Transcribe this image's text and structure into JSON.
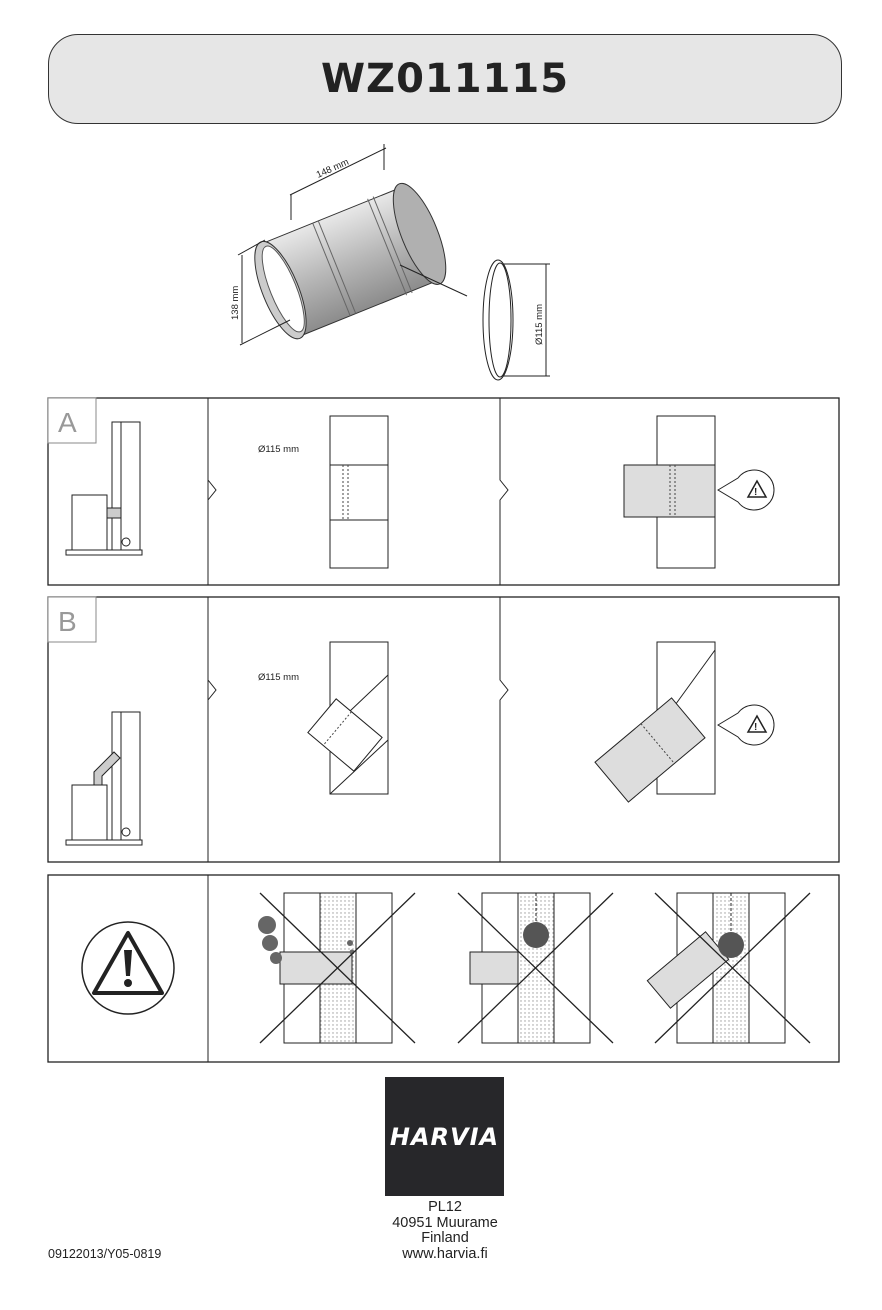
{
  "title": "WZ011115",
  "dimensions": {
    "length": "148 mm",
    "height": "138 mm",
    "ring_diameter": "Ø115 mm"
  },
  "panels": {
    "a": {
      "label": "A",
      "pipe_diameter": "Ø115 mm"
    },
    "b": {
      "label": "B",
      "pipe_diameter": "Ø115 mm"
    }
  },
  "logo": {
    "text": "HARVIA"
  },
  "address": {
    "line1": "PL12",
    "line2": "40951 Muurame",
    "line3": "Finland",
    "website": "www.harvia.fi"
  },
  "document_number": "09122013/Y05-0819"
}
